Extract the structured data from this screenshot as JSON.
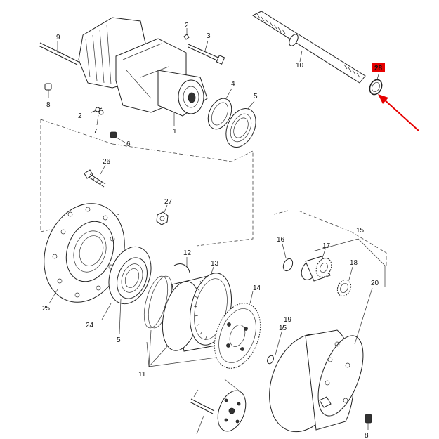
{
  "diagram": {
    "highlight_color": "#e60000",
    "arrow_color": "#e60000",
    "callouts": [
      {
        "id": "c9",
        "text": "9"
      },
      {
        "id": "c2a",
        "text": "2"
      },
      {
        "id": "c3",
        "text": "3"
      },
      {
        "id": "c8a",
        "text": "8"
      },
      {
        "id": "c2b",
        "text": "2"
      },
      {
        "id": "c7",
        "text": "7"
      },
      {
        "id": "c1",
        "text": "1"
      },
      {
        "id": "c6",
        "text": "6"
      },
      {
        "id": "c4",
        "text": "4"
      },
      {
        "id": "c5a",
        "text": "5"
      },
      {
        "id": "c10",
        "text": "10"
      },
      {
        "id": "c28",
        "text": "28"
      },
      {
        "id": "c26",
        "text": "26"
      },
      {
        "id": "c27",
        "text": "27"
      },
      {
        "id": "c25",
        "text": "25"
      },
      {
        "id": "c24",
        "text": "24"
      },
      {
        "id": "c5b",
        "text": "5"
      },
      {
        "id": "c12",
        "text": "12"
      },
      {
        "id": "c13",
        "text": "13"
      },
      {
        "id": "c14",
        "text": "14"
      },
      {
        "id": "c11",
        "text": "11"
      },
      {
        "id": "c16",
        "text": "16"
      },
      {
        "id": "c17",
        "text": "17"
      },
      {
        "id": "c15a",
        "text": "15"
      },
      {
        "id": "c18",
        "text": "18"
      },
      {
        "id": "c19",
        "text": "19"
      },
      {
        "id": "c15b",
        "text": "15"
      },
      {
        "id": "c20",
        "text": "20"
      },
      {
        "id": "c8b",
        "text": "8"
      }
    ]
  }
}
